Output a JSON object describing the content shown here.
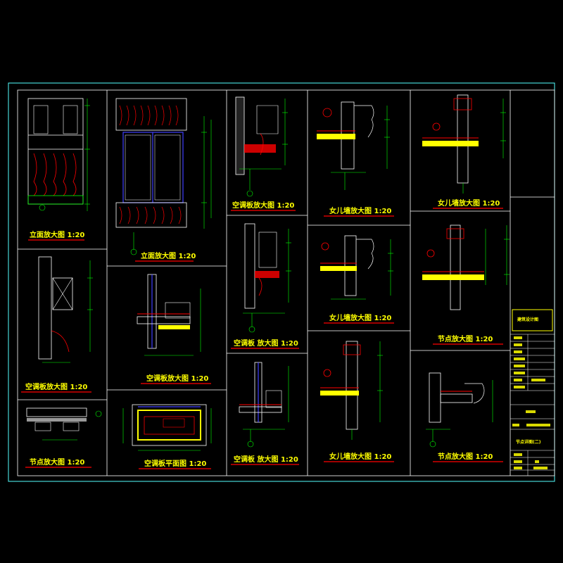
{
  "sheet": {
    "colors": {
      "background": "#000000",
      "frame": "#55ffff",
      "title_text": "#ffff00",
      "underline": "#ff0000",
      "detail_white": "#ffffff",
      "detail_green": "#00ff00",
      "detail_red": "#ff0000",
      "detail_blue": "#4040ff",
      "detail_yellow": "#ffff00"
    },
    "details": [
      {
        "label": "立面放大图 1:20"
      },
      {
        "label": "立面放大图 1:20"
      },
      {
        "label": "空调板放大图 1:20"
      },
      {
        "label": "女儿墙放大图 1:20"
      },
      {
        "label": "女儿墙放大图 1:20"
      },
      {
        "label": "空调板放大图 1:20"
      },
      {
        "label": "空调板放大图 1:20"
      },
      {
        "label": "空调板 放大图 1:20"
      },
      {
        "label": "女儿墙放大图 1:20"
      },
      {
        "label": "节点放大图 1:20"
      },
      {
        "label": "节点放大图 1:20"
      },
      {
        "label": "空调板平面图 1:20"
      },
      {
        "label": "空调板 放大图 1:20"
      },
      {
        "label": "女儿墙放大图 1:20"
      },
      {
        "label": "节点放大图 1:20"
      }
    ],
    "title_block": {
      "stamp": "建筑设计图",
      "drawing_title": "节点详图(二)"
    }
  }
}
